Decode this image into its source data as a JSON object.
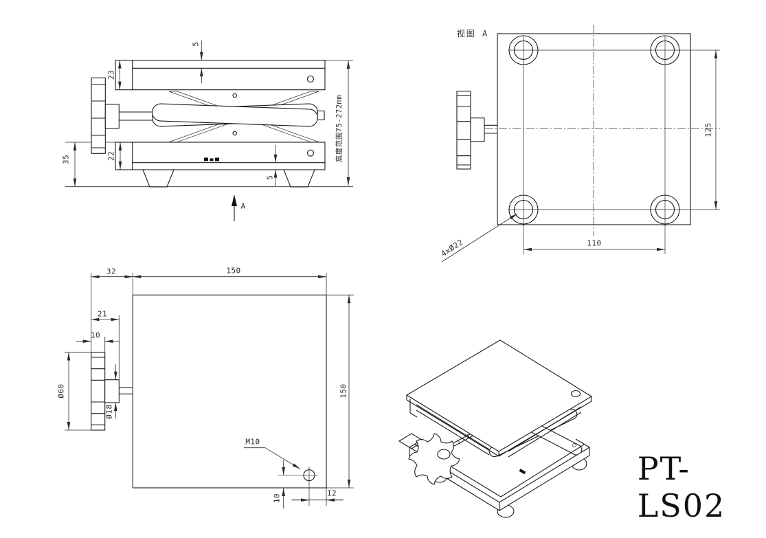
{
  "title": {
    "model": "PT-LS02"
  },
  "front_view": {
    "dim_top_plate_thickness": "5",
    "dim_top_platform_height": "23",
    "dim_bottom_platform_height": "22",
    "dim_base_height": "35",
    "dim_bottom_plate_thickness": "5",
    "height_range_note": "高度范围75-272mm",
    "view_arrow_label": "A"
  },
  "view_a": {
    "label": "视图 A",
    "dim_hole_pitch_vertical": "125",
    "dim_hole_pitch_horizontal": "110",
    "hole_callout": "4xØ22"
  },
  "plan_view": {
    "dim_knob_to_plate": "32",
    "dim_plate_width": "150",
    "dim_knob_length": "21",
    "dim_wheel_width": "10",
    "dim_wheel_diameter": "Ø60",
    "dim_hub_diameter": "Ø18",
    "dim_plate_depth": "150",
    "thread_callout": "M10",
    "dim_hole_offset_bottom": "10",
    "dim_hole_offset_right": "12"
  }
}
